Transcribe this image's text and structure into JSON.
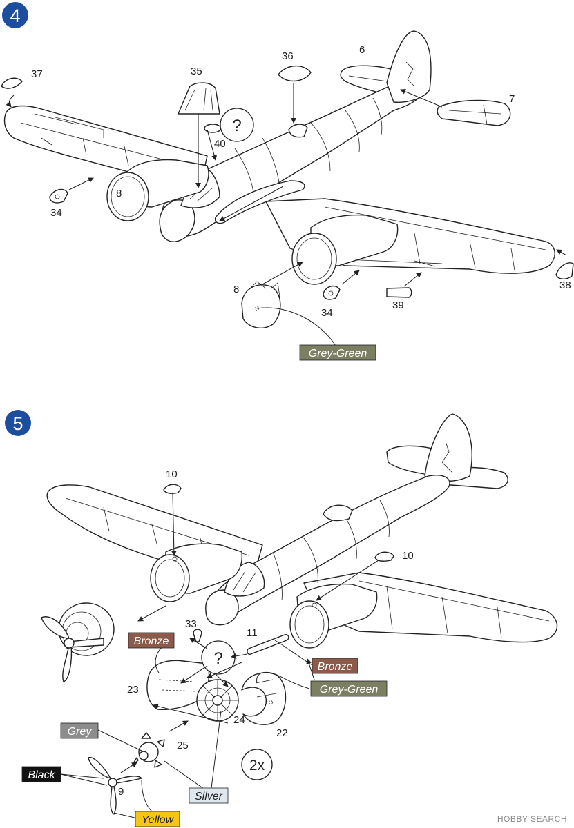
{
  "steps": [
    {
      "number": "4",
      "part_labels": [
        "37",
        "35",
        "36",
        "6",
        "7",
        "40",
        "8",
        "34",
        "8",
        "34",
        "39",
        "38"
      ],
      "paint_callouts": [
        {
          "text": "Grey-Green",
          "color": "#7d7f63",
          "text_color": "#ffffff"
        }
      ],
      "query_mark": "?"
    },
    {
      "number": "5",
      "part_labels": [
        "10",
        "10",
        "33",
        "11",
        "23",
        "24",
        "22",
        "25",
        "9"
      ],
      "paint_callouts": [
        {
          "text": "Bronze",
          "color": "#8b5a4a",
          "text_color": "#ffffff"
        },
        {
          "text": "Bronze",
          "color": "#8b5a4a",
          "text_color": "#ffffff"
        },
        {
          "text": "Grey-Green",
          "color": "#7d7f63",
          "text_color": "#ffffff"
        },
        {
          "text": "Grey",
          "color": "#8c8c8c",
          "text_color": "#ffffff"
        },
        {
          "text": "Black",
          "color": "#111111",
          "text_color": "#ffffff"
        },
        {
          "text": "Silver",
          "color": "#dfe8ef",
          "text_color": "#222222"
        },
        {
          "text": "Yellow",
          "color": "#f5c518",
          "text_color": "#222222"
        }
      ],
      "query_mark": "?",
      "quantity": "2x"
    }
  ],
  "step_badge_color": "#1d4e9e",
  "watermark": "HOBBY SEARCH"
}
